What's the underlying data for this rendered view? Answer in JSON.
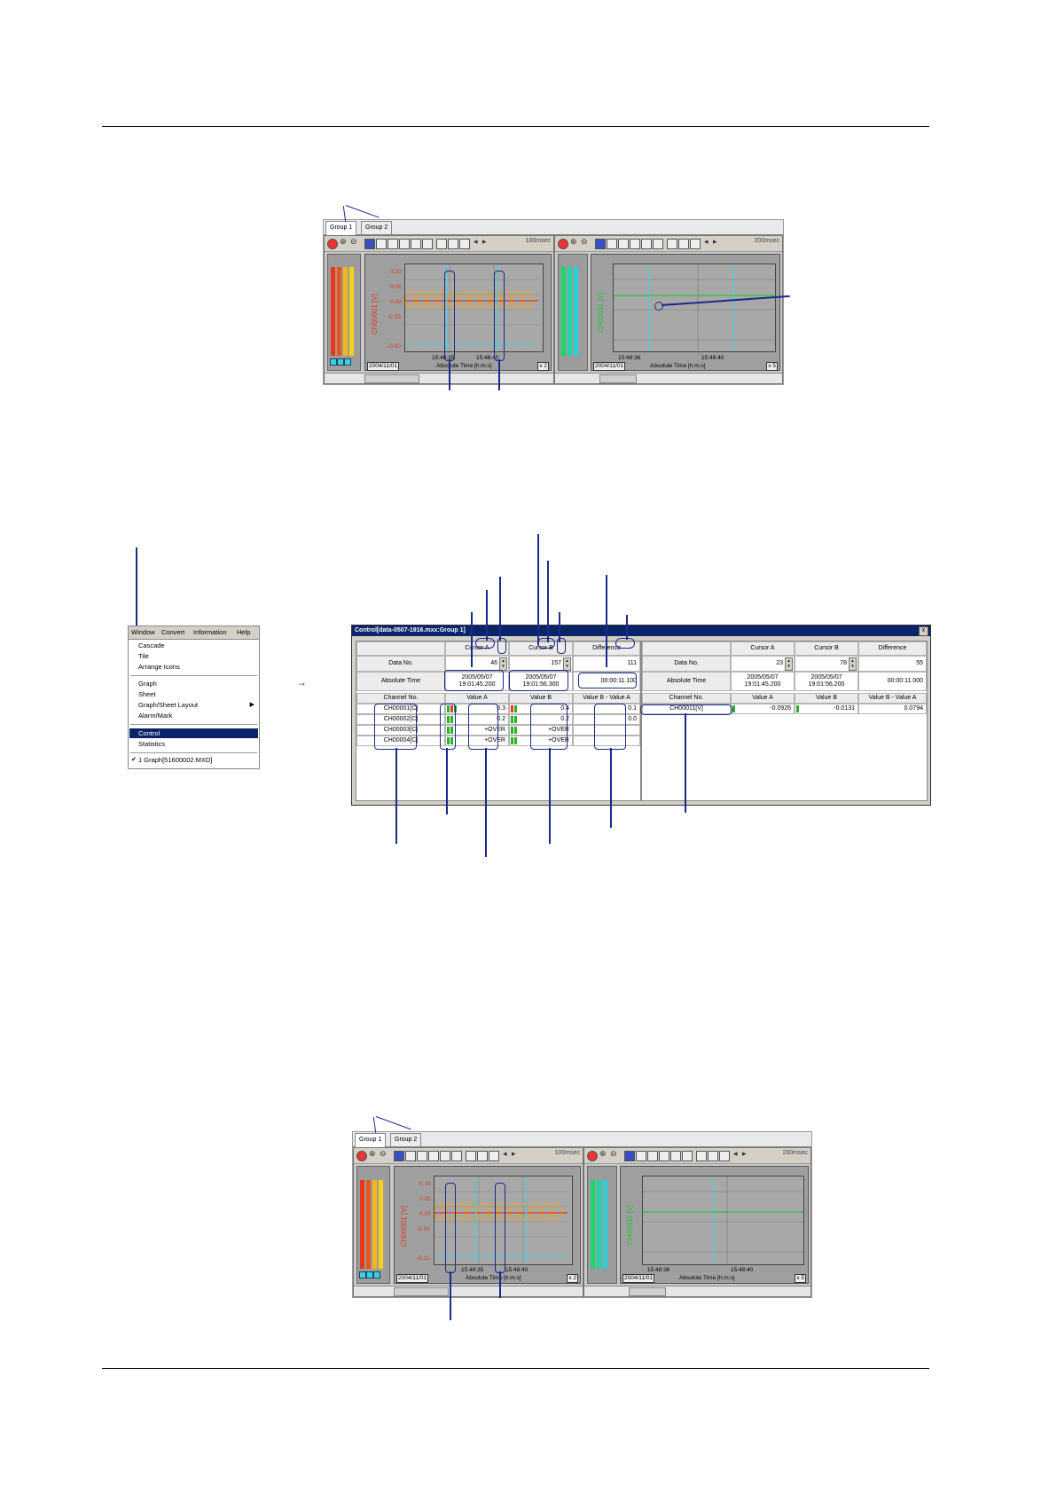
{
  "tabs": [
    "Group 1",
    "Group 2"
  ],
  "graph_left": {
    "speed": "100msec",
    "y_ticks": [
      "0.10",
      "0.05",
      "0.00",
      "-0.05",
      "-0.10"
    ],
    "y_axis_label": "CH00001 [V]",
    "x_ticks": [
      "15:48:35",
      "15:48:40"
    ],
    "date": "2004/11/01",
    "x_axis_label": "Absolute Time [h:m:s]",
    "multiplier": "x 2"
  },
  "graph_right": {
    "speed": "200msec",
    "y_axis_label": "CH00011 [V]",
    "x_ticks": [
      "15:48:36",
      "15:48:40"
    ],
    "date": "2004/11/01",
    "x_axis_label": "Absolute Time [h:m:s]",
    "multiplier": "x 5"
  },
  "graph_left_bottom": {
    "x_axis_label": "Absolute Time [h:m:s]"
  },
  "menu": {
    "bar": [
      "Window",
      "Convert",
      "Information",
      "Help"
    ],
    "items": [
      "Cascade",
      "Tile",
      "Arrange Icons",
      "Graph",
      "Sheet",
      "Graph/Sheet Layout",
      "Alarm/Mark",
      "Control",
      "Statistics",
      "1 Graph[51600002.MXD]"
    ],
    "selected": "Control",
    "checked": "1 Graph[51600002.MXD]"
  },
  "dialog": {
    "title": "Control[data-0507-1916.mxx:Group 1]",
    "close": "x",
    "left": {
      "headers": [
        "Cursor A",
        "Cursor B",
        "Difference"
      ],
      "row_labels": [
        "Data No.",
        "Absolute Time"
      ],
      "data_no": [
        "46",
        "157",
        "111"
      ],
      "abs_time_a": [
        "2005/05/07",
        "19:01:45.200"
      ],
      "abs_time_b": [
        "2005/05/07",
        "19:01:56.300"
      ],
      "abs_time_diff": "00:00:11.100",
      "channel_headers": [
        "Channel No.",
        "Value A",
        "Value B",
        "Value B - Value A"
      ],
      "channels": [
        {
          "ch": "CH00001[C]",
          "a": "0.3",
          "b": "0.4",
          "d": "0.1"
        },
        {
          "ch": "CH00002[C]",
          "a": "0.2",
          "b": "0.2",
          "d": "0.0"
        },
        {
          "ch": "CH00003[C]",
          "a": "+OVER",
          "b": "+OVER",
          "d": ""
        },
        {
          "ch": "CH00004[C]",
          "a": "+OVER",
          "b": "+OVER",
          "d": ""
        }
      ]
    },
    "right": {
      "headers": [
        "Cursor A",
        "Cursor B",
        "Difference"
      ],
      "row_labels": [
        "Data No.",
        "Absolute Time"
      ],
      "data_no": [
        "23",
        "78",
        "55"
      ],
      "abs_time_a": [
        "2005/05/07",
        "19:01:45.200"
      ],
      "abs_time_b": [
        "2005/05/07",
        "19:01:56.200"
      ],
      "abs_time_diff": "00:00:11.000",
      "channel_headers": [
        "Channel No.",
        "Value A",
        "Value B",
        "Value B - Value A"
      ],
      "channels": [
        {
          "ch": "CH00011[V]",
          "a": "-0.0926",
          "b": "-0.0131",
          "d": "0.0794"
        }
      ]
    }
  },
  "colors": {
    "callout": "#1b2a8c",
    "title_bar": "#0a246a",
    "trace_orange": "#e8a21c",
    "trace_red": "#e03a1e",
    "cursor": "#36d6e6",
    "axis_green": "#23c43a"
  }
}
